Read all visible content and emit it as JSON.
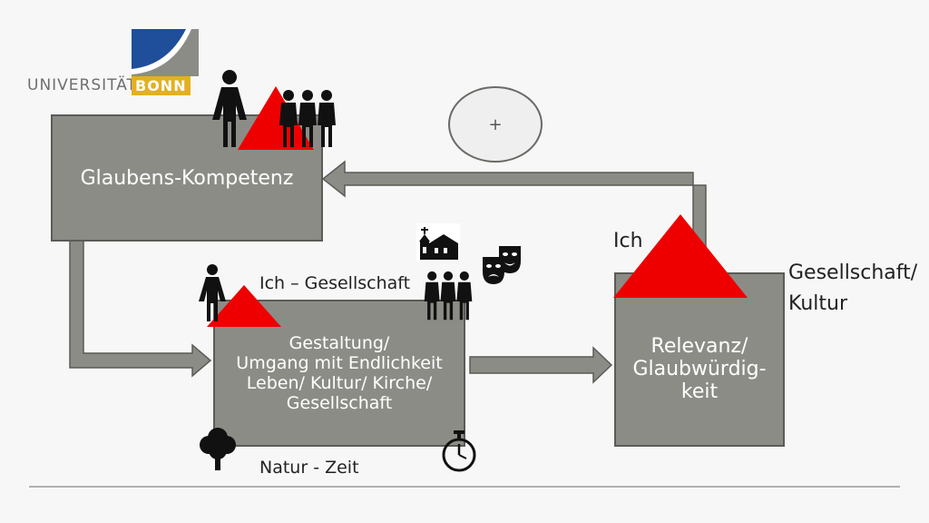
{
  "logo": {
    "text_left": "UNIVERSITÄT",
    "text_right": "BONN"
  },
  "circle": {
    "symbol": "+"
  },
  "boxes": {
    "glaubens": {
      "title": "Glaubens-Kompetenz"
    },
    "gestaltung": {
      "lines": [
        "Gestaltung/",
        "Umgang mit Endlichkeit",
        "Leben/ Kultur/ Kirche/",
        "Gesellschaft"
      ]
    },
    "relevanz": {
      "lines": [
        "Relevanz/",
        "Glaubwürdig-",
        "keit"
      ]
    }
  },
  "labels": {
    "ich_gesellschaft": "Ich – Gesellschaft",
    "ich": "Ich",
    "gesellschaft_kultur_1": "Gesellschaft/",
    "gesellschaft_kultur_2": "Kultur",
    "natur_zeit": "Natur - Zeit"
  },
  "icons": {
    "person": "person-icon",
    "group": "group-icon",
    "church": "church-icon",
    "theatre": "theatre-masks-icon",
    "tree": "tree-icon",
    "stopwatch": "stopwatch-icon"
  },
  "colors": {
    "box_fill": "#8c8c87",
    "box_border": "#5b5b57",
    "triangle": "#ee0000",
    "logo_blue": "#1f4e9a",
    "logo_yellow": "#e3b021"
  }
}
